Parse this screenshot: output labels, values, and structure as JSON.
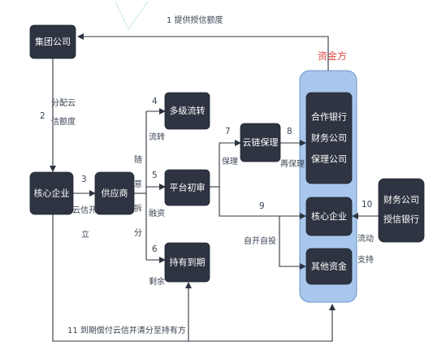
{
  "nodes": {
    "group_company": "集团公司",
    "core_enterprise_left": "核心企业",
    "supplier": "供应商",
    "multi_transfer": "多级流转",
    "platform_review": "平台初审",
    "hold_to_maturity": "持有到期",
    "cloud_factoring": "云链保理",
    "core_enterprise_right": "核心企业",
    "other_funds": "其他资金",
    "finance_external": [
      "财务公司",
      "授信银行"
    ]
  },
  "capital_panel": {
    "title": "资金方",
    "lines": [
      "合作银行",
      "财务公司",
      "保理公司"
    ]
  },
  "labels": {
    "step1": "1 提供授信额度",
    "step2_num": "2",
    "step2_text": [
      "分配云",
      "信额度"
    ],
    "step3_num": "3",
    "step3_text": [
      "云信开",
      "立"
    ],
    "split_text": [
      "随",
      "意",
      "拆",
      "分"
    ],
    "step4_num": "4",
    "step4_text": "流转",
    "step5_num": "5",
    "step5_text": "融资",
    "step6_num": "6",
    "step6_text": "剩余",
    "step7_num": "7",
    "step7_text": "保理",
    "step8_num": "8",
    "step8_text": "再保理",
    "step9_num": "9",
    "step9_text": "自开自投",
    "step10_num": "10",
    "step10_text": [
      "流动",
      "支持"
    ],
    "step11": "11 到期偿付云信并清分至持有方"
  },
  "colors": {
    "node_fill": "#2e3441",
    "panel_fill": "#a9c7ec",
    "panel_border": "#6a94c9",
    "capital_title": "#e04848",
    "label_text": "#3a4553"
  }
}
